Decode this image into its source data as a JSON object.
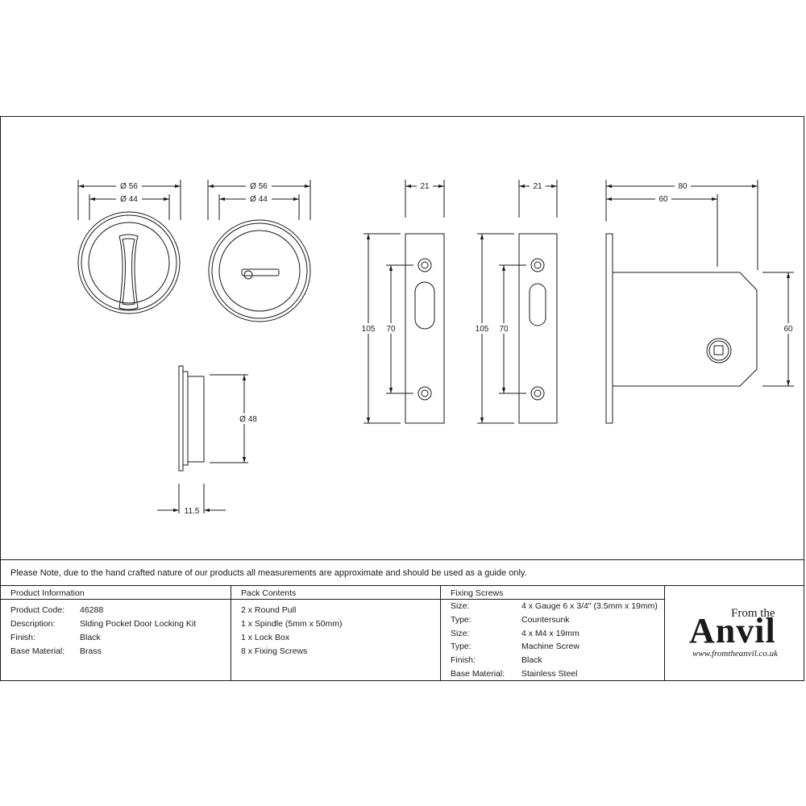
{
  "dimensions": {
    "outer_dia_1": "Ø 56",
    "inner_dia_1": "Ø 44",
    "outer_dia_2": "Ø 56",
    "inner_dia_2": "Ø 44",
    "pull_dia": "Ø 48",
    "pull_depth": "11.5",
    "plate1_width": "21",
    "plate1_height": "105",
    "plate1_centres": "70",
    "plate2_width": "21",
    "plate2_height": "105",
    "plate2_centres": "70",
    "box_length": "80",
    "box_backset": "60",
    "box_height": "60"
  },
  "note": "Please Note, due to the hand crafted nature of our products all measurements are approximate and should be used as a guide only.",
  "product_info": {
    "title": "Product Information",
    "rows": [
      {
        "k": "Product Code:",
        "v": "46288"
      },
      {
        "k": "Description:",
        "v": "Slding Pocket Door Locking Kit"
      },
      {
        "k": "Finish:",
        "v": "Black"
      },
      {
        "k": "Base Material:",
        "v": "Brass"
      }
    ]
  },
  "pack_contents": {
    "title": "Pack Contents",
    "items": [
      "2 x Round Pull",
      "1 x Spindle (5mm x 50mm)",
      "1 x Lock Box",
      "8 x Fixing Screws"
    ]
  },
  "fixing_screws": {
    "title": "Fixing Screws",
    "rows": [
      {
        "k": "Size:",
        "v": "4 x Gauge 6 x 3/4\" (3.5mm x 19mm)"
      },
      {
        "k": "Type:",
        "v": "Countersunk"
      },
      {
        "k": "Size:",
        "v": "4 x M4 x 19mm"
      },
      {
        "k": "Type:",
        "v": "Machine Screw"
      },
      {
        "k": "Finish:",
        "v": "Black"
      },
      {
        "k": "Base Material:",
        "v": "Stainless Steel"
      }
    ]
  },
  "logo": {
    "from": "From the",
    "name": "Anvil",
    "url": "www.fromtheanvil.co.uk"
  }
}
